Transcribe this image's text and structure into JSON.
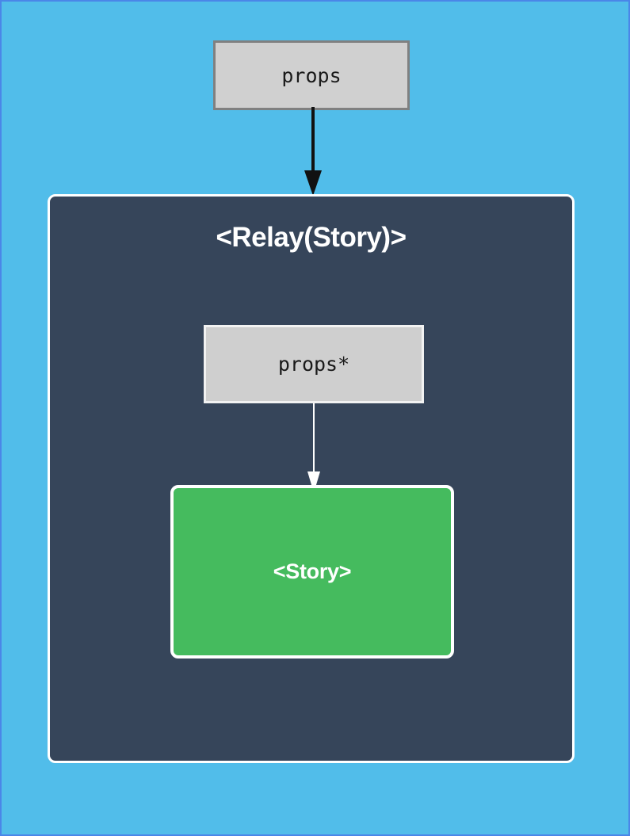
{
  "diagram": {
    "title": "Relay Story container data flow",
    "background_color": "#51bdea",
    "frame_border_color": "#4a86e8",
    "nodes": {
      "outer_props": {
        "label": "props",
        "fill_color": "#d0d0d0",
        "border_color": "#808080"
      },
      "relay_container": {
        "label": "<Relay(Story)>",
        "fill_color": "#36455a",
        "border_color": "#ffffff"
      },
      "inner_props": {
        "label": "props*",
        "fill_color": "#cfcfcf",
        "border_color": "#f2f2f2"
      },
      "story_component": {
        "label": "<Story>",
        "fill_color": "#45bb5e",
        "border_color": "#ffffff"
      }
    },
    "edges": {
      "props_to_relay": {
        "name": "props-to-relay-arrow",
        "color": "#111111",
        "style": "solid-filled-head"
      },
      "props_star_to_story": {
        "name": "props-star-to-story-arrow",
        "color": "#ffffff",
        "style": "thin-hollow-head"
      }
    }
  }
}
